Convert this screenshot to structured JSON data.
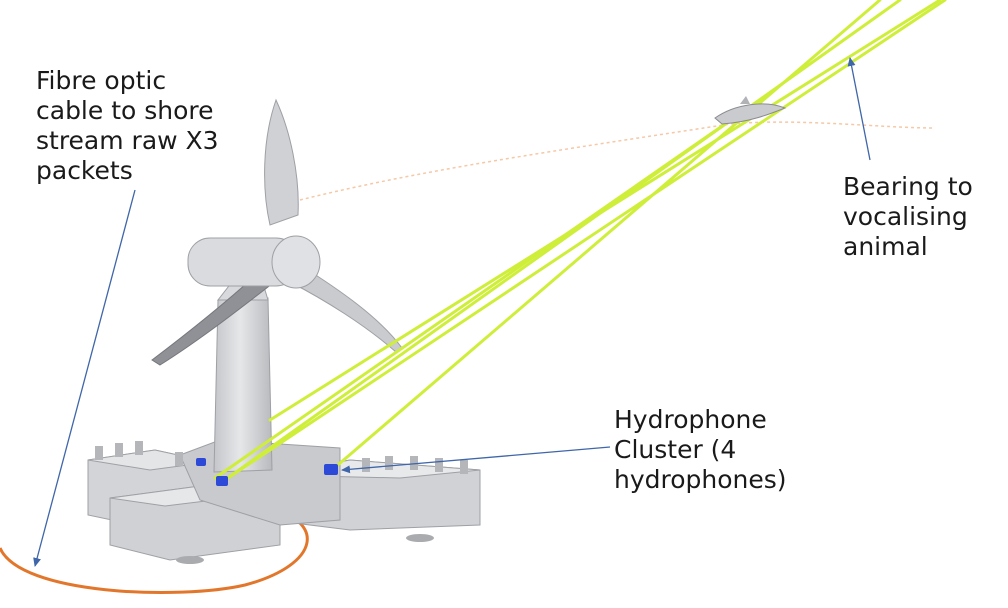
{
  "labels": {
    "fibre": [
      "Fibre optic",
      "cable to shore",
      "stream raw X3",
      "packets"
    ],
    "bearing": [
      "Bearing to",
      "vocalising",
      "animal"
    ],
    "hydrophone": [
      "Hydrophone",
      "Cluster (4",
      "hydrophones)"
    ]
  },
  "icons": {
    "turbine": "tidal-turbine",
    "animal": "porpoise",
    "sensor": "hydrophone-cluster"
  },
  "colors": {
    "structure": "#d6d7da",
    "structure_dark": "#9ea0a5",
    "bearing_line": "#cfee3a",
    "cable": "#e2772c",
    "arrow": "#3f66a9",
    "hydrophone": "#2c49d8",
    "track": "#f5c8a6"
  }
}
